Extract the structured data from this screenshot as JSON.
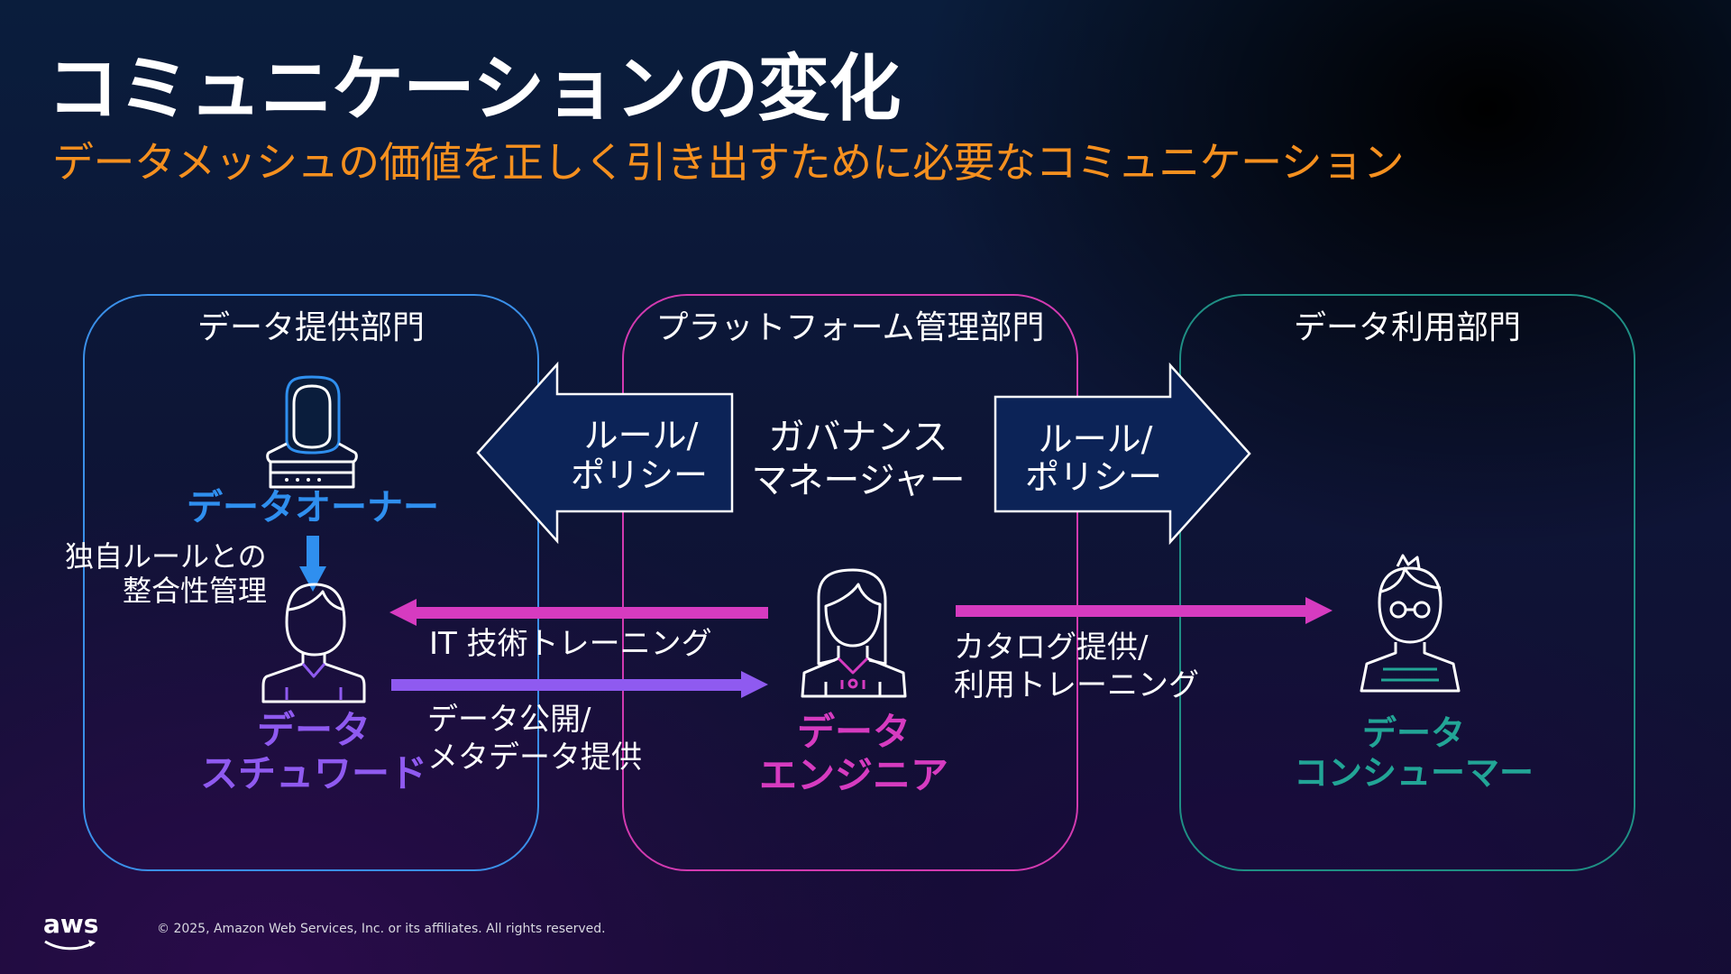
{
  "title": "コミュニケーションの変化",
  "subtitle": "データメッシュの価値を正しく引き出すために必要なコミュニケーション",
  "panels": {
    "provider": {
      "label": "データ提供部門"
    },
    "platform": {
      "label": "プラットフォーム管理部門"
    },
    "consumer": {
      "label": "データ利用部門"
    }
  },
  "roles": {
    "owner": {
      "line1": "データオーナー"
    },
    "steward": {
      "line1": "データ",
      "line2": "スチュワード"
    },
    "engineer": {
      "line1": "データ",
      "line2": "エンジニア"
    },
    "consumer": {
      "line1": "データ",
      "line2": "コンシューマー"
    },
    "governance": {
      "line1": "ガバナンス",
      "line2": "マネージャー"
    }
  },
  "block_arrows": {
    "left": {
      "line1": "ルール/",
      "line2": "ポリシー"
    },
    "right": {
      "line1": "ルール/",
      "line2": "ポリシー"
    }
  },
  "labels": {
    "consistency": {
      "line1": "独自ルールとの",
      "line2": "整合性管理"
    },
    "it_training": "IT 技術トレーニング",
    "publish": {
      "line1": "データ公開/",
      "line2": "メタデータ提供"
    },
    "catalog": {
      "line1": "カタログ提供/",
      "line2": "利用トレーニング"
    }
  },
  "colors": {
    "owner_blue": "#2f8fef",
    "steward_purple": "#8f5af0",
    "engineer_magenta": "#d63bc0",
    "consumer_teal": "#22a596",
    "subtitle_orange": "#f5901f",
    "block_arrow_fill": "#0c2357"
  },
  "footer": {
    "logo": "aws",
    "copyright": "© 2025, Amazon Web Services, Inc. or its affiliates. All rights reserved."
  }
}
